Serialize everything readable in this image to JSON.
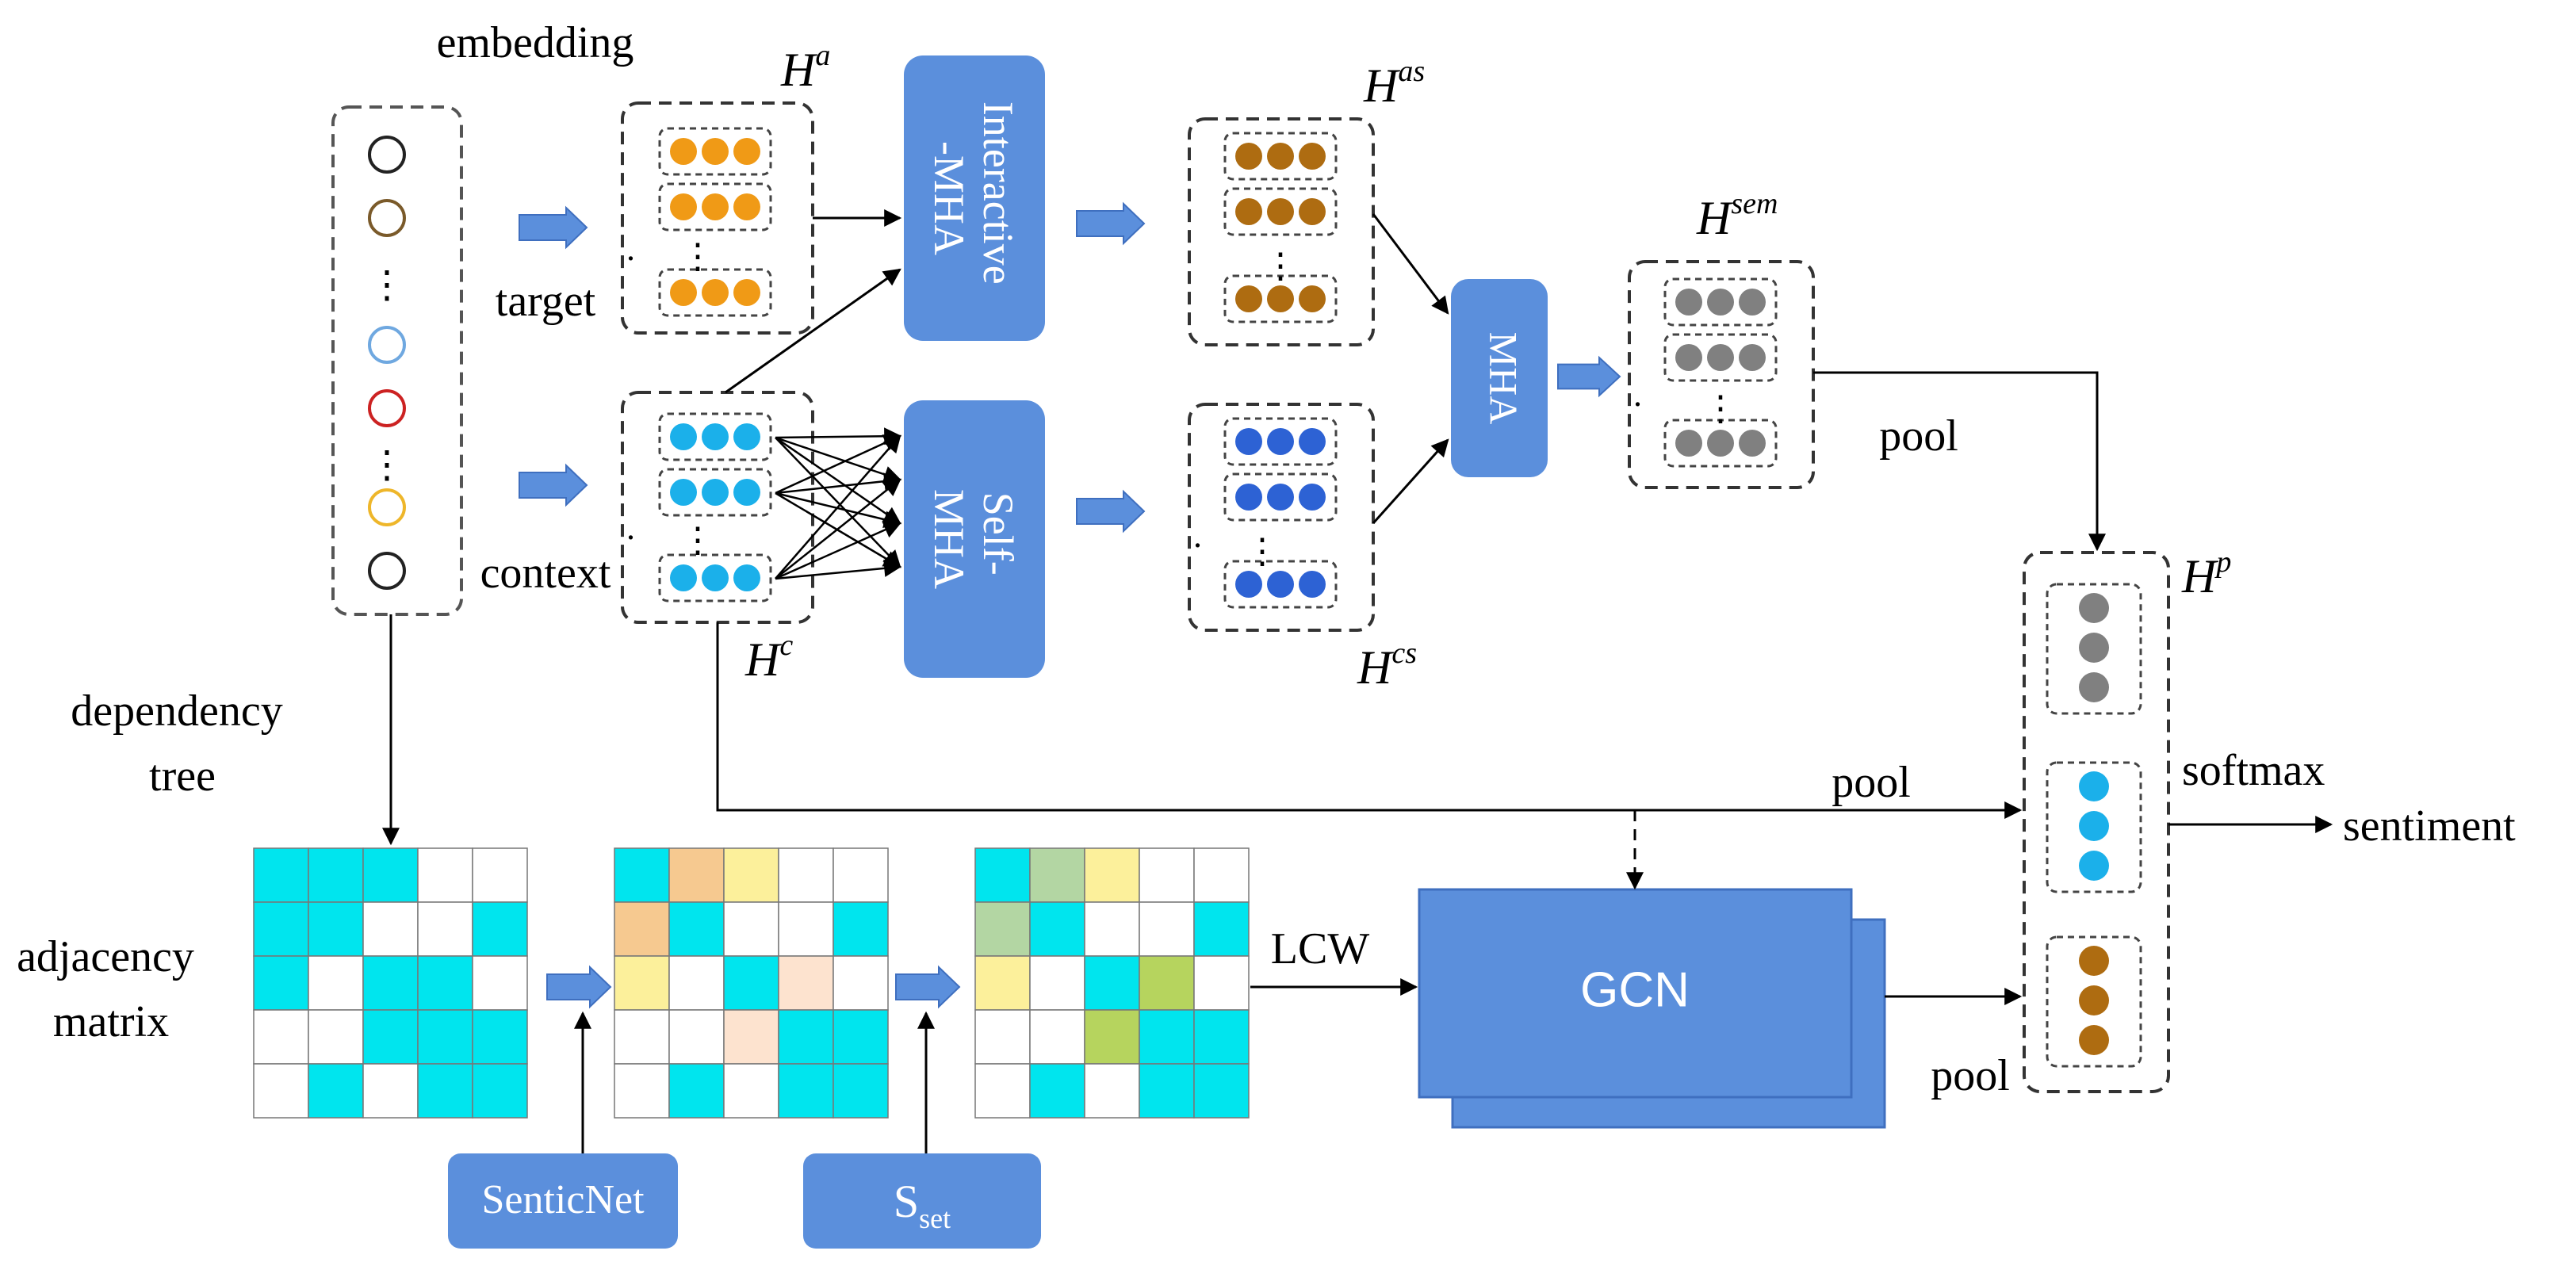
{
  "labels": {
    "embedding": "embedding",
    "target": "target",
    "context": "context",
    "dependency_line1": "dependency",
    "dependency_line2": "tree",
    "adjacency_line1": "adjacency",
    "adjacency_line2": "matrix",
    "pool_sem": "pool",
    "pool_context": "pool",
    "pool_gcn": "pool",
    "softmax": "softmax",
    "sentiment": "sentiment",
    "lcw": "LCW",
    "vdots": "⋮",
    "dot": "."
  },
  "tensors": {
    "ha": {
      "base": "H",
      "sup": "a"
    },
    "hc": {
      "base": "H",
      "sup": "c"
    },
    "has": {
      "base": "H",
      "sup": "as"
    },
    "hcs": {
      "base": "H",
      "sup": "cs"
    },
    "hsem": {
      "base": "H",
      "sup": "sem"
    },
    "hp": {
      "base": "H",
      "sup": "p"
    }
  },
  "blocks": {
    "interactive_line1": "Interactive",
    "interactive_line2": "-MHA",
    "self_line1": "Self-",
    "self_line2": "MHA",
    "mha": "MHA",
    "gcn": "GCN",
    "senticnet": "SenticNet",
    "sset_base": "S",
    "sset_sub": "set"
  },
  "colors": {
    "block_blue": "#5b8fdc",
    "orange": "#f09a16",
    "brown": "#ae6c11",
    "sky": "#1bb0ea",
    "blue": "#2d62d4",
    "gray": "#808080",
    "cyan": "#00e5ee",
    "arrow_fill": "#5b8fdc",
    "tan": "#f6c990",
    "yellow": "#fcf09b",
    "peach": "#fde3cf",
    "sage": "#b3d6a3",
    "olive": "#b6d45e"
  },
  "embedding_circle_colors": [
    "#222222",
    "#7a5a2a",
    "#6fa8e0",
    "#cc2222",
    "#eeb62a",
    "#222222"
  ],
  "matrices": {
    "adjacency": [
      [
        "cyan",
        "cyan",
        "cyan",
        "white",
        "white"
      ],
      [
        "cyan",
        "cyan",
        "white",
        "white",
        "cyan"
      ],
      [
        "cyan",
        "white",
        "cyan",
        "cyan",
        "white"
      ],
      [
        "white",
        "white",
        "cyan",
        "cyan",
        "cyan"
      ],
      [
        "white",
        "cyan",
        "white",
        "cyan",
        "cyan"
      ]
    ],
    "sentic": [
      [
        "cyan",
        "tan",
        "yellow",
        "white",
        "white"
      ],
      [
        "tan",
        "cyan",
        "white",
        "white",
        "cyan"
      ],
      [
        "yellow",
        "white",
        "cyan",
        "peach",
        "white"
      ],
      [
        "white",
        "white",
        "peach",
        "cyan",
        "cyan"
      ],
      [
        "white",
        "cyan",
        "white",
        "cyan",
        "cyan"
      ]
    ],
    "syntax": [
      [
        "cyan",
        "sage",
        "yellow",
        "white",
        "white"
      ],
      [
        "sage",
        "cyan",
        "white",
        "white",
        "cyan"
      ],
      [
        "yellow",
        "white",
        "cyan",
        "olive",
        "white"
      ],
      [
        "white",
        "white",
        "olive",
        "cyan",
        "cyan"
      ],
      [
        "white",
        "cyan",
        "white",
        "cyan",
        "cyan"
      ]
    ]
  }
}
